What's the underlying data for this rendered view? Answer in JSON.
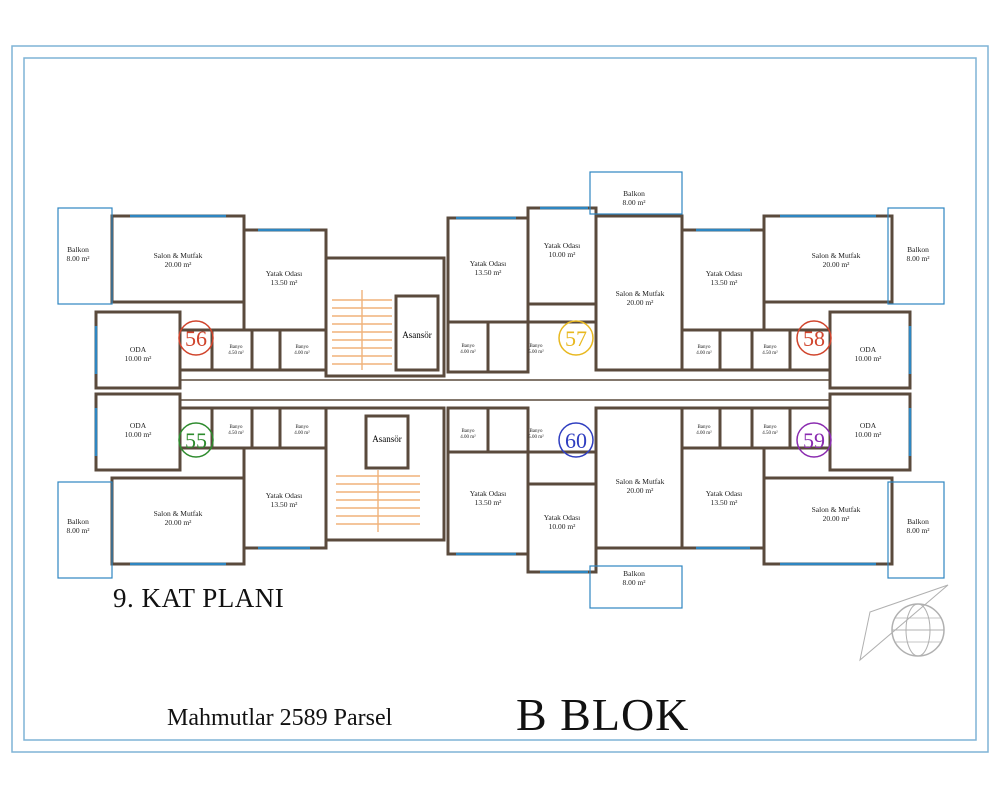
{
  "title": "9. KAT PLANI",
  "site": "Mahmutlar 2589 Parsel",
  "block": "B BLOK",
  "colors": {
    "frame": "#7fb3d5",
    "wall": "#5a4a3c",
    "stair": "#f0b27a",
    "window": "#2e86c1",
    "unit_56": "#d0442c",
    "unit_57": "#e8b820",
    "unit_58": "#d0442c",
    "unit_55": "#2e8b2e",
    "unit_60": "#2f3ec0",
    "unit_59": "#8a2bb0"
  },
  "elevators": [
    "Asansör",
    "Asansör"
  ],
  "units": [
    {
      "number": "56",
      "rooms": [
        {
          "name": "Balkon",
          "area": "8.00 m²"
        },
        {
          "name": "Salon & Mutfak",
          "area": "20.00 m²"
        },
        {
          "name": "Yatak Odası",
          "area": "13.50 m²"
        },
        {
          "name": "ODA",
          "area": "10.00 m²"
        },
        {
          "name": "Banyo",
          "area": "4.50 m²"
        },
        {
          "name": "Banyo",
          "area": "4.00 m²"
        }
      ]
    },
    {
      "number": "57",
      "rooms": [
        {
          "name": "Yatak Odası",
          "area": "13.50 m²"
        },
        {
          "name": "Yatak Odası",
          "area": "10.00 m²"
        },
        {
          "name": "Balkon",
          "area": "8.00 m²"
        },
        {
          "name": "Salon & Mutfak",
          "area": "20.00 m²"
        },
        {
          "name": "Banyo",
          "area": "4.00 m²"
        },
        {
          "name": "Banyo",
          "area": "5.00 m²"
        }
      ]
    },
    {
      "number": "58",
      "rooms": [
        {
          "name": "Yatak Odası",
          "area": "13.50 m²"
        },
        {
          "name": "Salon & Mutfak",
          "area": "20.00 m²"
        },
        {
          "name": "Balkon",
          "area": "8.00 m²"
        },
        {
          "name": "ODA",
          "area": "10.00 m²"
        },
        {
          "name": "Banyo",
          "area": "4.00 m²"
        },
        {
          "name": "Banyo",
          "area": "4.50 m²"
        }
      ]
    },
    {
      "number": "55",
      "rooms": [
        {
          "name": "ODA",
          "area": "10.00 m²"
        },
        {
          "name": "Balkon",
          "area": "8.00 m²"
        },
        {
          "name": "Salon & Mutfak",
          "area": "20.00 m²"
        },
        {
          "name": "Yatak Odası",
          "area": "13.50 m²"
        },
        {
          "name": "Banyo",
          "area": "4.50 m²"
        },
        {
          "name": "Banyo",
          "area": "4.00 m²"
        }
      ]
    },
    {
      "number": "60",
      "rooms": [
        {
          "name": "Yatak Odası",
          "area": "13.50 m²"
        },
        {
          "name": "Yatak Odası",
          "area": "10.00 m²"
        },
        {
          "name": "Salon & Mutfak",
          "area": "20.00 m²"
        },
        {
          "name": "Balkon",
          "area": "8.00 m²"
        },
        {
          "name": "Banyo",
          "area": "4.00 m²"
        },
        {
          "name": "Banyo",
          "area": "5.00 m²"
        }
      ]
    },
    {
      "number": "59",
      "rooms": [
        {
          "name": "Yatak Odası",
          "area": "13.50 m²"
        },
        {
          "name": "ODA",
          "area": "10.00 m²"
        },
        {
          "name": "Salon & Mutfak",
          "area": "20.00 m²"
        },
        {
          "name": "Balkon",
          "area": "8.00 m²"
        },
        {
          "name": "Banyo",
          "area": "4.00 m²"
        },
        {
          "name": "Banyo",
          "area": "4.50 m²"
        }
      ]
    }
  ]
}
